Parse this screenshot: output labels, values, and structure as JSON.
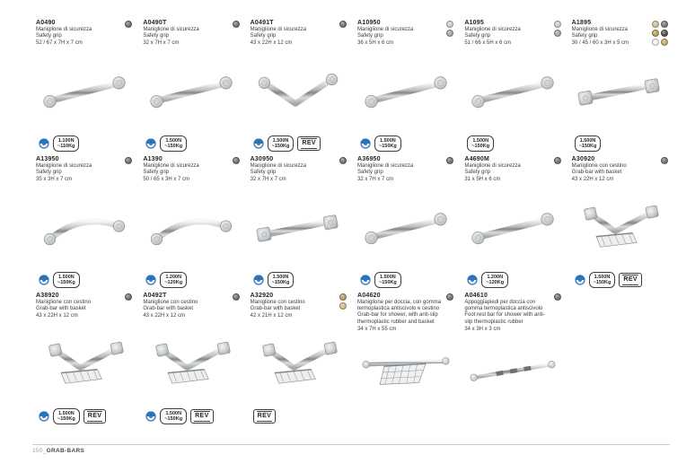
{
  "page": {
    "footer_number": "150_",
    "footer_label": "GRAB-BARS"
  },
  "labels": {
    "rev": "REV"
  },
  "products": [
    {
      "code": "A0490",
      "desc_it": "Maniglione di sicurezza",
      "desc_en": "Safety grip",
      "dims": "52 / 67 x 7H x 7 cm",
      "swatches": [
        "#6e7275"
      ],
      "image": "straight",
      "cert": true,
      "load_top": "1.100N",
      "load_bottom": "~110Kg",
      "rev": false
    },
    {
      "code": "A0490T",
      "desc_it": "Maniglione di sicurezza",
      "desc_en": "Safety grip",
      "dims": "32 x 7H x 7 cm",
      "swatches": [
        "#6e7275"
      ],
      "image": "straight",
      "cert": true,
      "load_top": "1.500N",
      "load_bottom": "~150Kg",
      "rev": false
    },
    {
      "code": "A0491T",
      "desc_it": "Maniglione di sicurezza",
      "desc_en": "Safety grip",
      "dims": "43 x 22H x 12 cm",
      "swatches": [
        "#6e7275"
      ],
      "image": "vbar",
      "cert": true,
      "load_top": "1.500N",
      "load_bottom": "~150Kg",
      "rev": true
    },
    {
      "code": "A10950",
      "desc_it": "Maniglione di sicurezza",
      "desc_en": "Safety grip",
      "dims": "36 x 5H x 6 cm",
      "swatches": [
        "#c9cccd",
        "#9fa3a5"
      ],
      "image": "straight",
      "cert": true,
      "load_top": "1.500N",
      "load_bottom": "~150Kg",
      "rev": false
    },
    {
      "code": "A1095",
      "desc_it": "Maniglione di sicurezza",
      "desc_en": "Safety grip",
      "dims": "51 / 66 x 5H x 6 cm",
      "swatches": [
        "#c9cccd",
        "#9fa3a5"
      ],
      "image": "straight",
      "cert": false,
      "load_top": "1.500N",
      "load_bottom": "~150Kg",
      "rev": false
    },
    {
      "code": "A1895",
      "desc_it": "Maniglione di sicurezza",
      "desc_en": "Safety grip",
      "dims": "30 / 45 / 60 x 3H x 5 cm",
      "swatches": [
        "#cbbd96",
        "#73777a",
        "#b89a59",
        "#514f45",
        "#f2f2f0",
        "#bfa566"
      ],
      "image": "square",
      "cert": false,
      "load_top": "1.500N",
      "load_bottom": "~150Kg",
      "rev": false
    },
    {
      "code": "A13950",
      "desc_it": "Maniglione di sicurezza",
      "desc_en": "Safety grip",
      "dims": "35 x 3H x 7 cm",
      "swatches": [
        "#6e7275"
      ],
      "image": "curved",
      "cert": true,
      "load_top": "1.500N",
      "load_bottom": "~150Kg",
      "rev": false
    },
    {
      "code": "A1390",
      "desc_it": "Maniglione di sicurezza",
      "desc_en": "Safety grip",
      "dims": "50 / 65 x 3H x 7 cm",
      "swatches": [
        "#6e7275"
      ],
      "image": "curved",
      "cert": true,
      "load_top": "1.200N",
      "load_bottom": "~120Kg",
      "rev": false
    },
    {
      "code": "A30950",
      "desc_it": "Maniglione di sicurezza",
      "desc_en": "Safety grip",
      "dims": "32 x 7H x 7 cm",
      "swatches": [
        "#6e7275"
      ],
      "image": "square",
      "cert": true,
      "load_top": "1.500N",
      "load_bottom": "~150Kg",
      "rev": false
    },
    {
      "code": "A36950",
      "desc_it": "Maniglione di sicurezza",
      "desc_en": "Safety grip",
      "dims": "32 x 7H x 7 cm",
      "swatches": [
        "#6e7275"
      ],
      "image": "straight",
      "cert": true,
      "load_top": "1.500N",
      "load_bottom": "~150Kg",
      "rev": false
    },
    {
      "code": "A4690M",
      "desc_it": "Maniglione di sicurezza",
      "desc_en": "Safety grip",
      "dims": "31 x 5H x 6 cm",
      "swatches": [
        "#6e7275"
      ],
      "image": "straight",
      "cert": true,
      "load_top": "1.200N",
      "load_bottom": "~120Kg",
      "rev": false
    },
    {
      "code": "A30920",
      "desc_it": "Maniglione con cestino",
      "desc_en": "Grab-bar with basket",
      "dims": "43 x 22H x 12 cm",
      "swatches": [
        "#6e7275"
      ],
      "image": "basket",
      "cert": true,
      "load_top": "1.500N",
      "load_bottom": "~150Kg",
      "rev": true
    },
    {
      "code": "A38920",
      "desc_it": "Maniglione con cestino",
      "desc_en": "Grab-bar with basket",
      "dims": "43 x 22H x 12 cm",
      "swatches": [
        "#6e7275"
      ],
      "image": "basket",
      "cert": true,
      "load_top": "1.500N",
      "load_bottom": "~150Kg",
      "rev": true
    },
    {
      "code": "A0492T",
      "desc_it": "Maniglione con cestino",
      "desc_en": "Grab-bar with basket",
      "dims": "43 x 22H x 12 cm",
      "swatches": [
        "#6e7275"
      ],
      "image": "basket",
      "cert": true,
      "load_top": "1.500N",
      "load_bottom": "~150Kg",
      "rev": true
    },
    {
      "code": "A32920",
      "desc_it": "Maniglione con cestino",
      "desc_en": "Grab-bar with basket",
      "dims": "42 x 21H x 12 cm",
      "swatches": [
        "#b3995c",
        "#cdbb80"
      ],
      "image": "basket",
      "cert": false,
      "load_top": "",
      "load_bottom": "",
      "rev": true
    },
    {
      "code": "A04620",
      "desc_it": "Maniglione per doccia, con gomma termoplastica antiscivolo e cestino",
      "desc_en": "Grab-bar for shower, with anti-slip thermoplastic rubber and basket",
      "dims": "34 x 7H x 55 cm",
      "swatches": [
        "#6e7275"
      ],
      "image": "shower",
      "cert": false,
      "load_top": "",
      "load_bottom": "",
      "rev": false
    },
    {
      "code": "A04610",
      "desc_it": "Appoggiapiedi per doccia con gomma termoplastica antiscivolo",
      "desc_en": "Foot rest bar for shower with anti-slip thermoplastic rubber",
      "dims": "34 x 3H x 3 cm",
      "swatches": [
        "#6e7275"
      ],
      "image": "footrest",
      "cert": false,
      "load_top": "",
      "load_bottom": "",
      "rev": false
    }
  ]
}
